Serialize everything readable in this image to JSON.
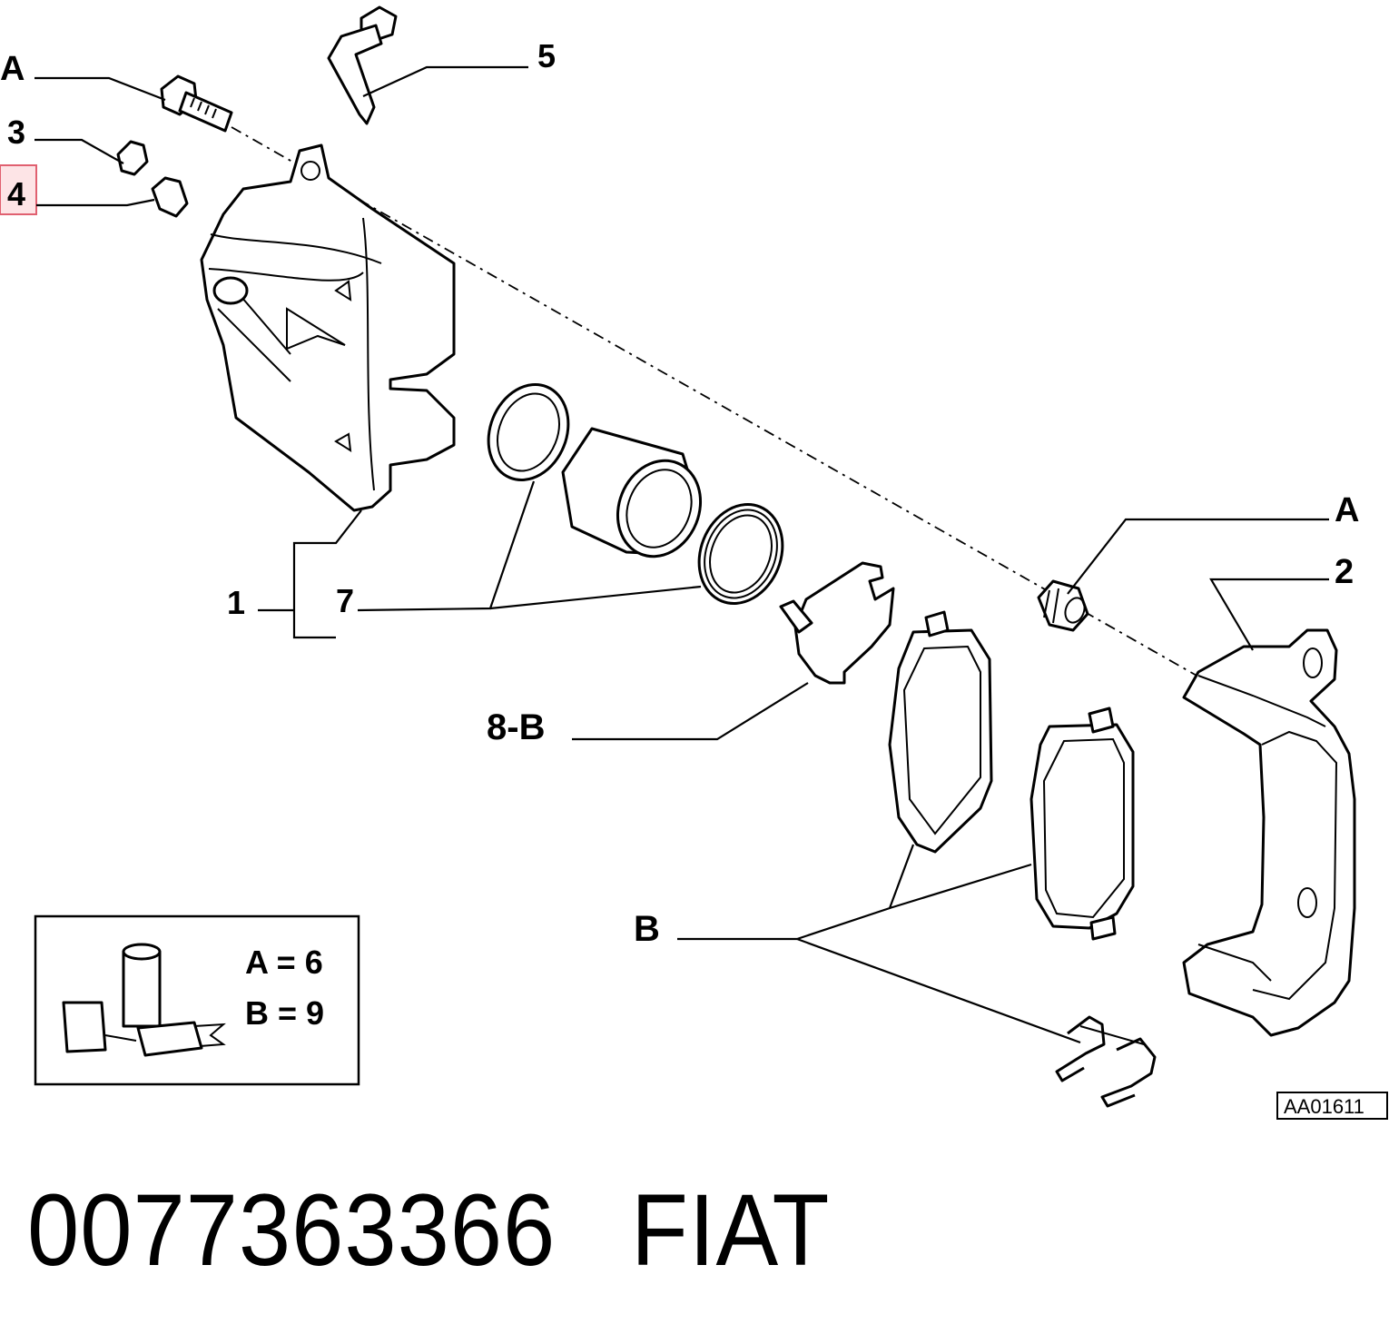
{
  "callouts": {
    "bolt_top": "A",
    "sensor": "5",
    "bleed_screw": "3",
    "bleed_cap": "4",
    "caliper": "1",
    "seals": "7",
    "shim": "8-B",
    "bushing": "A",
    "bracket": "2",
    "pads": "B"
  },
  "legend": {
    "line_a": "A = 6",
    "line_b": "B = 9"
  },
  "reference_code": "AA01611",
  "footer": {
    "part_number": "0077363366",
    "brand": "FIAT"
  },
  "colors": {
    "highlight_border": "#e06070",
    "highlight_fill": "#fde4e6"
  }
}
